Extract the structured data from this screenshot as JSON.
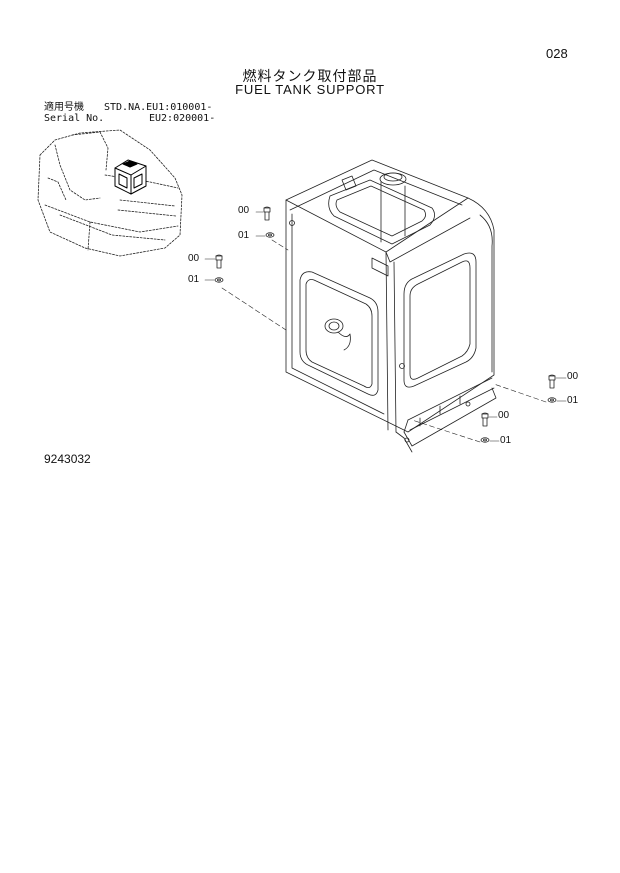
{
  "page_number": "028",
  "title_jp": "燃料タンク取付部品",
  "title_en": "FUEL TANK SUPPORT",
  "serial": {
    "label_jp": "適用号機",
    "label_en": "Serial No.",
    "std": "STD.NA.",
    "eu1": "EU1:010001-",
    "eu2": "EU2:020001-"
  },
  "callouts": {
    "bolt": "00",
    "washer": "01"
  },
  "drawing_number": "9243032"
}
